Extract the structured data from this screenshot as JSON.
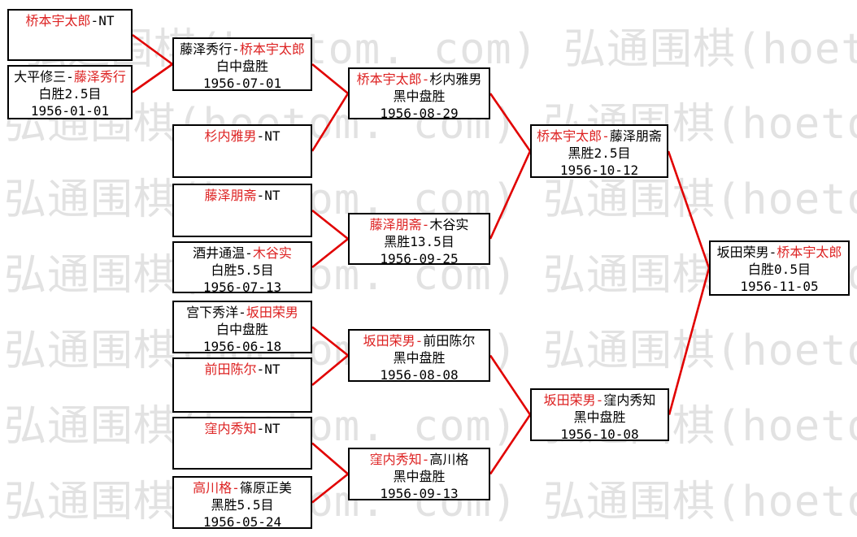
{
  "watermark": {
    "text": "弘通围棋(hoetom. com)",
    "color": "#e2e2e2"
  },
  "colors": {
    "connector_line": "#e10000",
    "winner_name": "#dd2222",
    "box_border": "#000000"
  },
  "bracket": {
    "bye_label": "NT",
    "matches": [
      {
        "id": "a1",
        "p1": "桥本宇太郎",
        "p2": "NT",
        "winner": "p1",
        "result": "",
        "date": ""
      },
      {
        "id": "a2",
        "p1": "大平修三",
        "p2": "藤泽秀行",
        "winner": "p2",
        "result": "白胜2.5目",
        "date": "1956-01-01"
      },
      {
        "id": "b1",
        "p1": "藤泽秀行",
        "p2": "桥本宇太郎",
        "winner": "p2",
        "result": "白中盘胜",
        "date": "1956-07-01"
      },
      {
        "id": "b2",
        "p1": "杉内雅男",
        "p2": "NT",
        "winner": "p1",
        "result": "",
        "date": ""
      },
      {
        "id": "b3",
        "p1": "藤泽朋斋",
        "p2": "NT",
        "winner": "p1",
        "result": "",
        "date": ""
      },
      {
        "id": "b4",
        "p1": "酒井通温",
        "p2": "木谷实",
        "winner": "p2",
        "result": "白胜5.5目",
        "date": "1956-07-13"
      },
      {
        "id": "b5",
        "p1": "宫下秀洋",
        "p2": "坂田荣男",
        "winner": "p2",
        "result": "白中盘胜",
        "date": "1956-06-18"
      },
      {
        "id": "b6",
        "p1": "前田陈尔",
        "p2": "NT",
        "winner": "p1",
        "result": "",
        "date": ""
      },
      {
        "id": "b7",
        "p1": "窪内秀知",
        "p2": "NT",
        "winner": "p1",
        "result": "",
        "date": ""
      },
      {
        "id": "b8",
        "p1": "高川格",
        "p2": "篠原正美",
        "winner": "p1",
        "result": "黑胜5.5目",
        "date": "1956-05-24"
      },
      {
        "id": "c1",
        "p1": "桥本宇太郎",
        "p2": "杉内雅男",
        "winner": "p1",
        "result": "黑中盘胜",
        "date": "1956-08-29"
      },
      {
        "id": "c2",
        "p1": "藤泽朋斋",
        "p2": "木谷实",
        "winner": "p1",
        "result": "黑胜13.5目",
        "date": "1956-09-25"
      },
      {
        "id": "c3",
        "p1": "坂田荣男",
        "p2": "前田陈尔",
        "winner": "p1",
        "result": "黑中盘胜",
        "date": "1956-08-08"
      },
      {
        "id": "c4",
        "p1": "窪内秀知",
        "p2": "高川格",
        "winner": "p1",
        "result": "黑中盘胜",
        "date": "1956-09-13"
      },
      {
        "id": "d1",
        "p1": "桥本宇太郎",
        "p2": "藤泽朋斋",
        "winner": "p1",
        "result": "黑胜2.5目",
        "date": "1956-10-12"
      },
      {
        "id": "d2",
        "p1": "坂田荣男",
        "p2": "窪内秀知",
        "winner": "p1",
        "result": "黑中盘胜",
        "date": "1956-10-08"
      },
      {
        "id": "e1",
        "p1": "坂田荣男",
        "p2": "桥本宇太郎",
        "winner": "p2",
        "result": "白胜0.5目",
        "date": "1956-11-05"
      }
    ],
    "connections": [
      [
        "a1",
        "b1"
      ],
      [
        "a2",
        "b1"
      ],
      [
        "b1",
        "c1"
      ],
      [
        "b2",
        "c1"
      ],
      [
        "b3",
        "c2"
      ],
      [
        "b4",
        "c2"
      ],
      [
        "b5",
        "c3"
      ],
      [
        "b6",
        "c3"
      ],
      [
        "b7",
        "c4"
      ],
      [
        "b8",
        "c4"
      ],
      [
        "c1",
        "d1"
      ],
      [
        "c2",
        "d1"
      ],
      [
        "c3",
        "d2"
      ],
      [
        "c4",
        "d2"
      ],
      [
        "d1",
        "e1"
      ],
      [
        "d2",
        "e1"
      ]
    ]
  }
}
